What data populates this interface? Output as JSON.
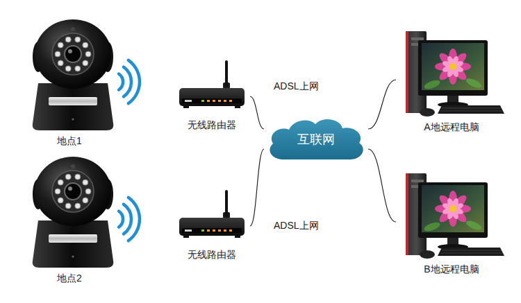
{
  "diagram": {
    "nodes": [
      {
        "text": [
          "地点1"
        ]
      },
      {
        "text": [
          "无线路由器"
        ]
      },
      {
        "text": [
          "互联网"
        ]
      },
      {
        "text": [
          "A地远程电脑"
        ]
      },
      {
        "text": [
          "地点2"
        ]
      },
      {
        "text": [
          "无线路由器"
        ]
      },
      {
        "text": [
          "B地远程电脑"
        ]
      }
    ],
    "edges": [
      {
        "from": 1,
        "to": 2,
        "label": "ADSL上网",
        "arrow": "none"
      },
      {
        "from": 5,
        "to": 2,
        "label": "ADSL上网",
        "arrow": "none"
      },
      {
        "from": 2,
        "to": 3,
        "arrow": "none"
      },
      {
        "from": 2,
        "to": 6,
        "arrow": "none"
      }
    ]
  }
}
